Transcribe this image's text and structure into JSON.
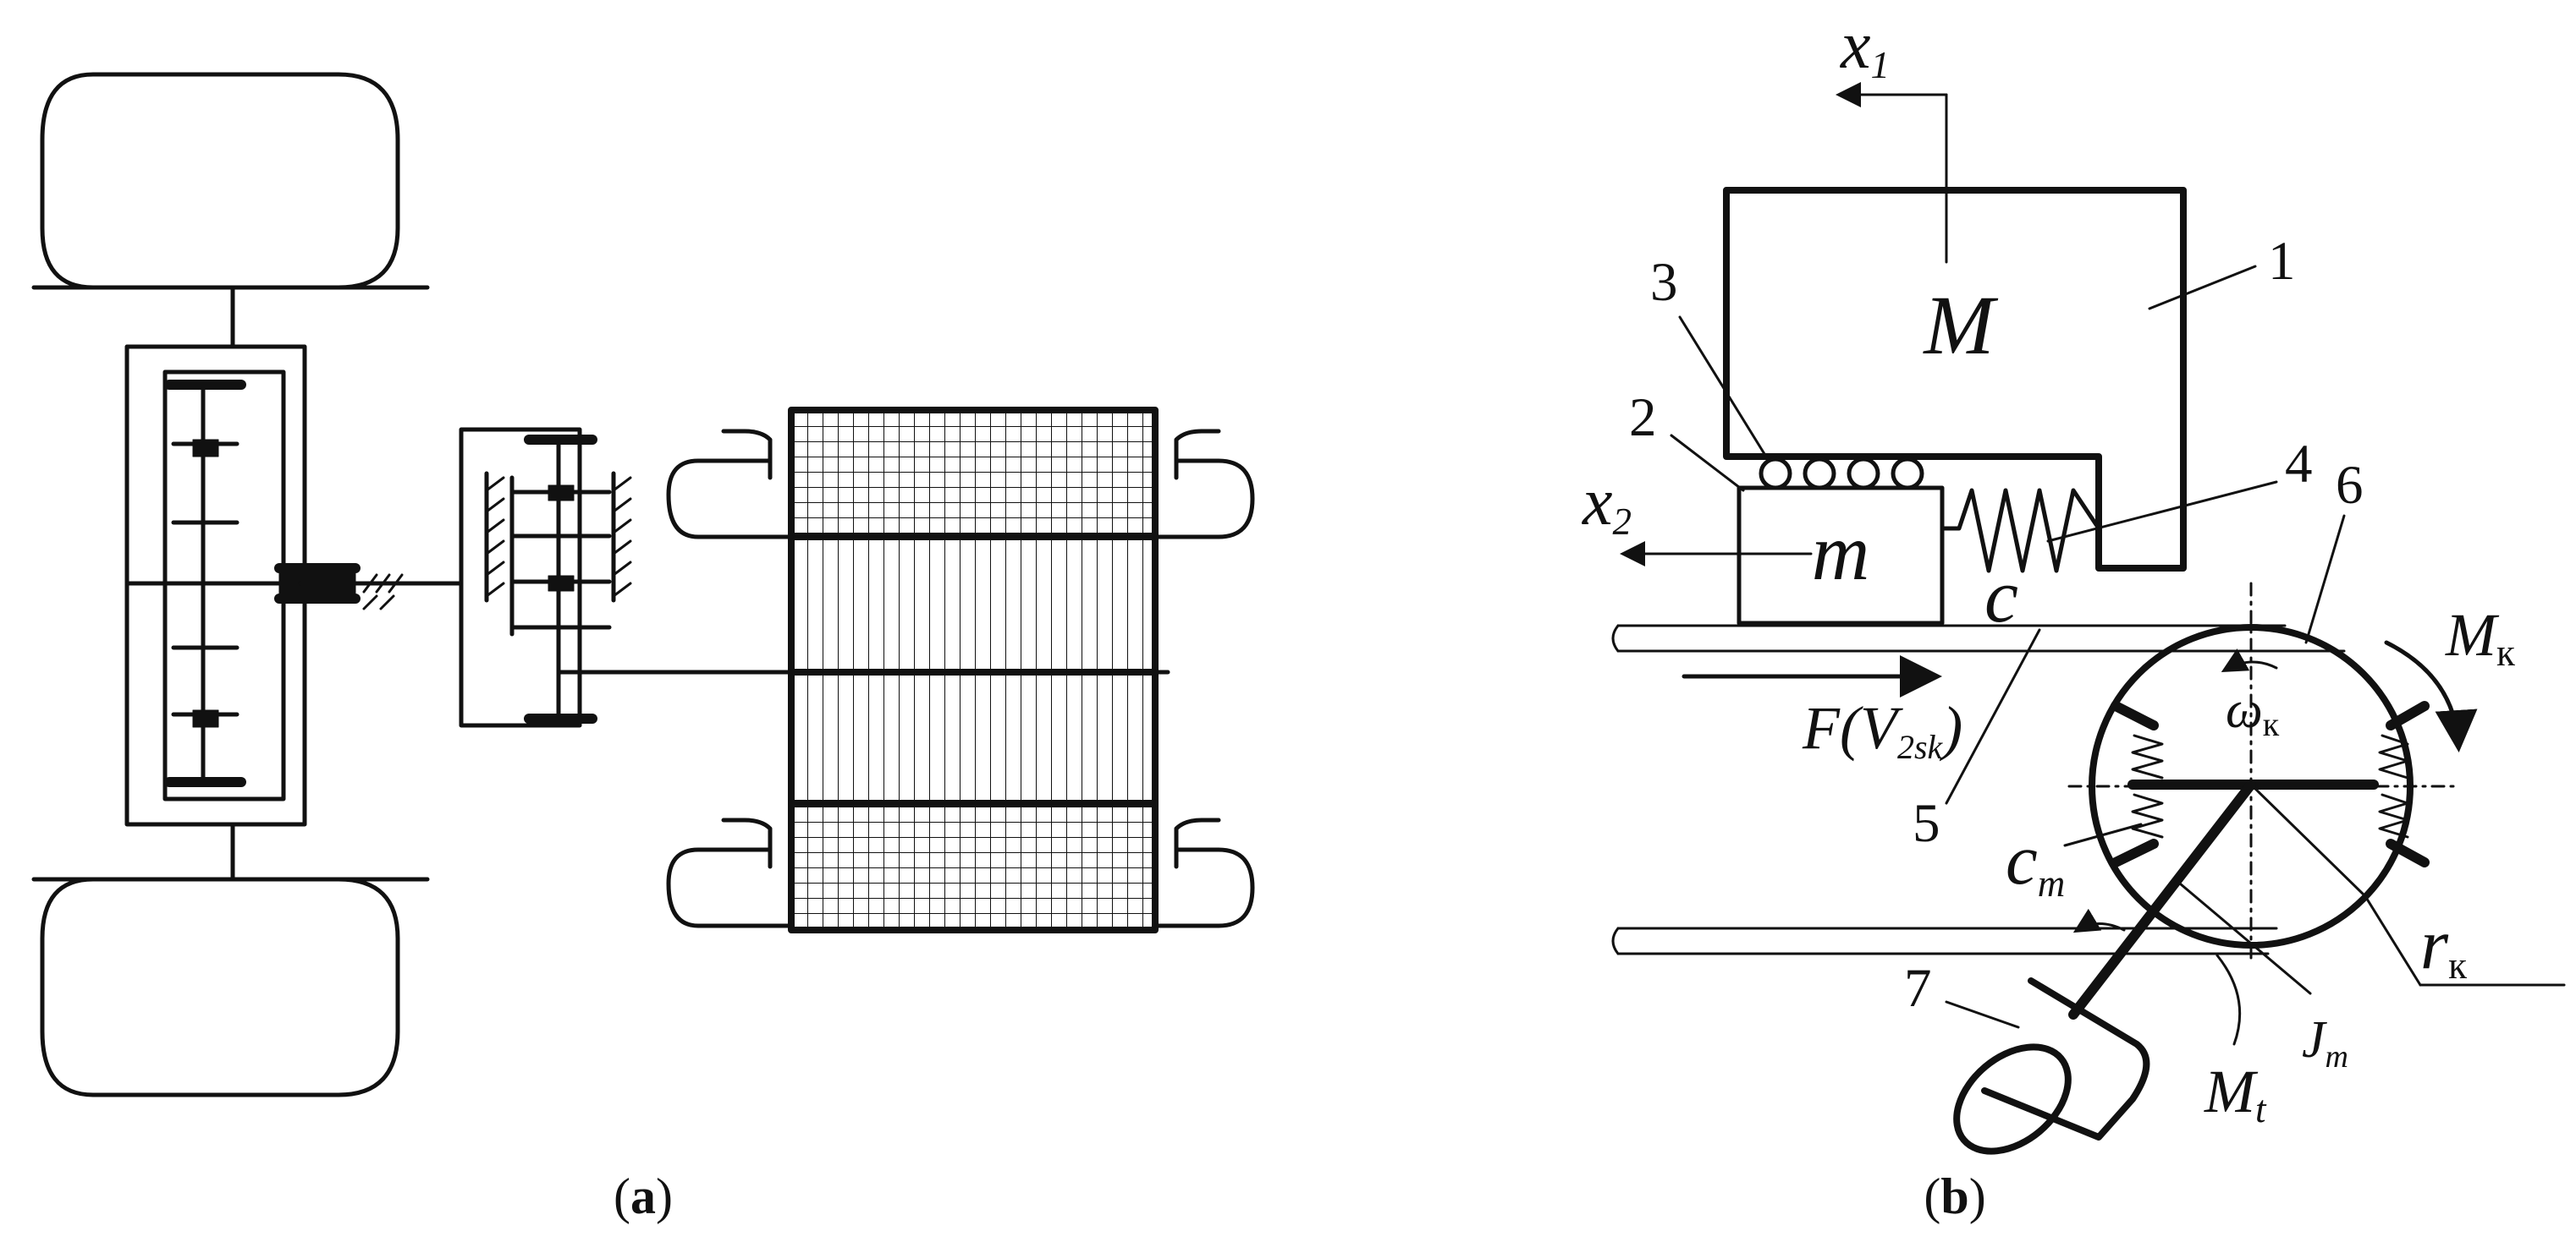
{
  "panel_a": {
    "caption_open": "(",
    "caption_letter": "a",
    "caption_close": ")"
  },
  "panel_b": {
    "caption_open": "(",
    "caption_letter": "b",
    "caption_close": ")",
    "labels": {
      "x1": "x",
      "x1_sub": "1",
      "x2": "x",
      "x2_sub": "2",
      "mass_M": "M",
      "mass_m": "m",
      "spring_c": "c",
      "num_1": "1",
      "num_2": "2",
      "num_3": "3",
      "num_4": "4",
      "num_5": "5",
      "num_6": "6",
      "num_7": "7",
      "force": "F(V",
      "force_sub": "2sk",
      "force_close": ")",
      "omega": "ω",
      "omega_sub": "к",
      "Mk": "M",
      "Mk_sub": "к",
      "cm": "c",
      "cm_sub": "m",
      "rk": "r",
      "rk_sub": "к",
      "Jm": "J",
      "Jm_sub": "m",
      "Mt": "M",
      "Mt_sub": "t"
    }
  }
}
